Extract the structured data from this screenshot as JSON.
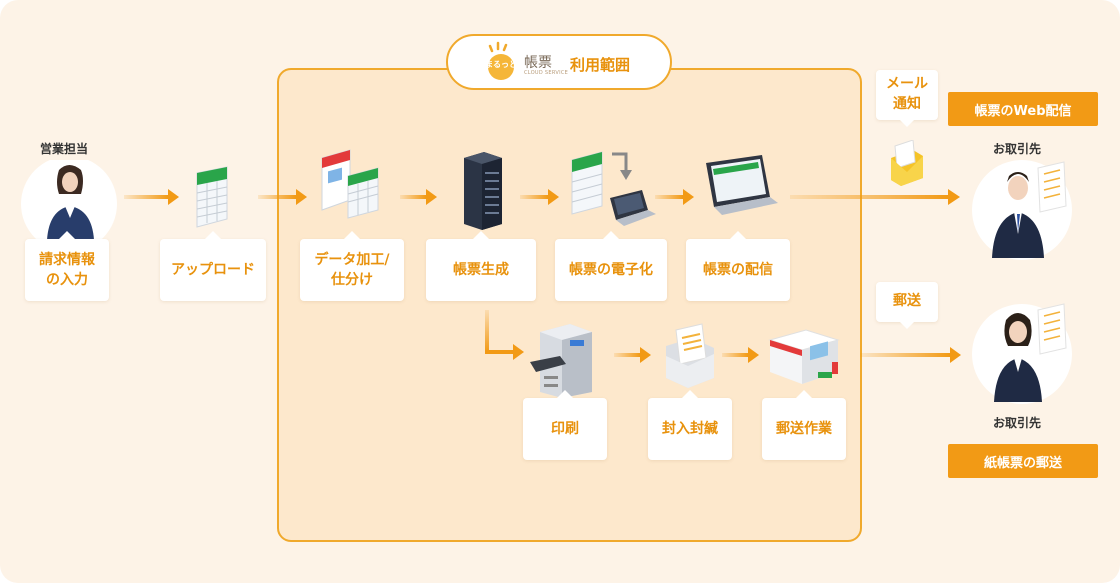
{
  "scope": {
    "brand": "帳票",
    "brand_sub": "CLOUD SERVICE",
    "logo_text": "まるっと",
    "label": "利用範囲"
  },
  "sender": {
    "title": "営業担当"
  },
  "steps": {
    "input": "請求情報\nの入力",
    "upload": "アップロード",
    "process": "データ加工/\n仕分け",
    "generate": "帳票生成",
    "digitize": "帳票の電子化",
    "deliver": "帳票の配信",
    "print": "印刷",
    "enclose": "封入封緘",
    "mailing": "郵送作業"
  },
  "callouts": {
    "email": "メール\n通知",
    "post": "郵送"
  },
  "outputs": {
    "web": "帳票のWeb配信",
    "paper": "紙帳票の郵送"
  },
  "recipients": {
    "top": "お取引先",
    "bottom": "お取引先"
  },
  "colors": {
    "accent": "#f29a15",
    "text_accent": "#e8920d",
    "scope_fill": "#fde8cc",
    "background": "#fdf3e7"
  }
}
